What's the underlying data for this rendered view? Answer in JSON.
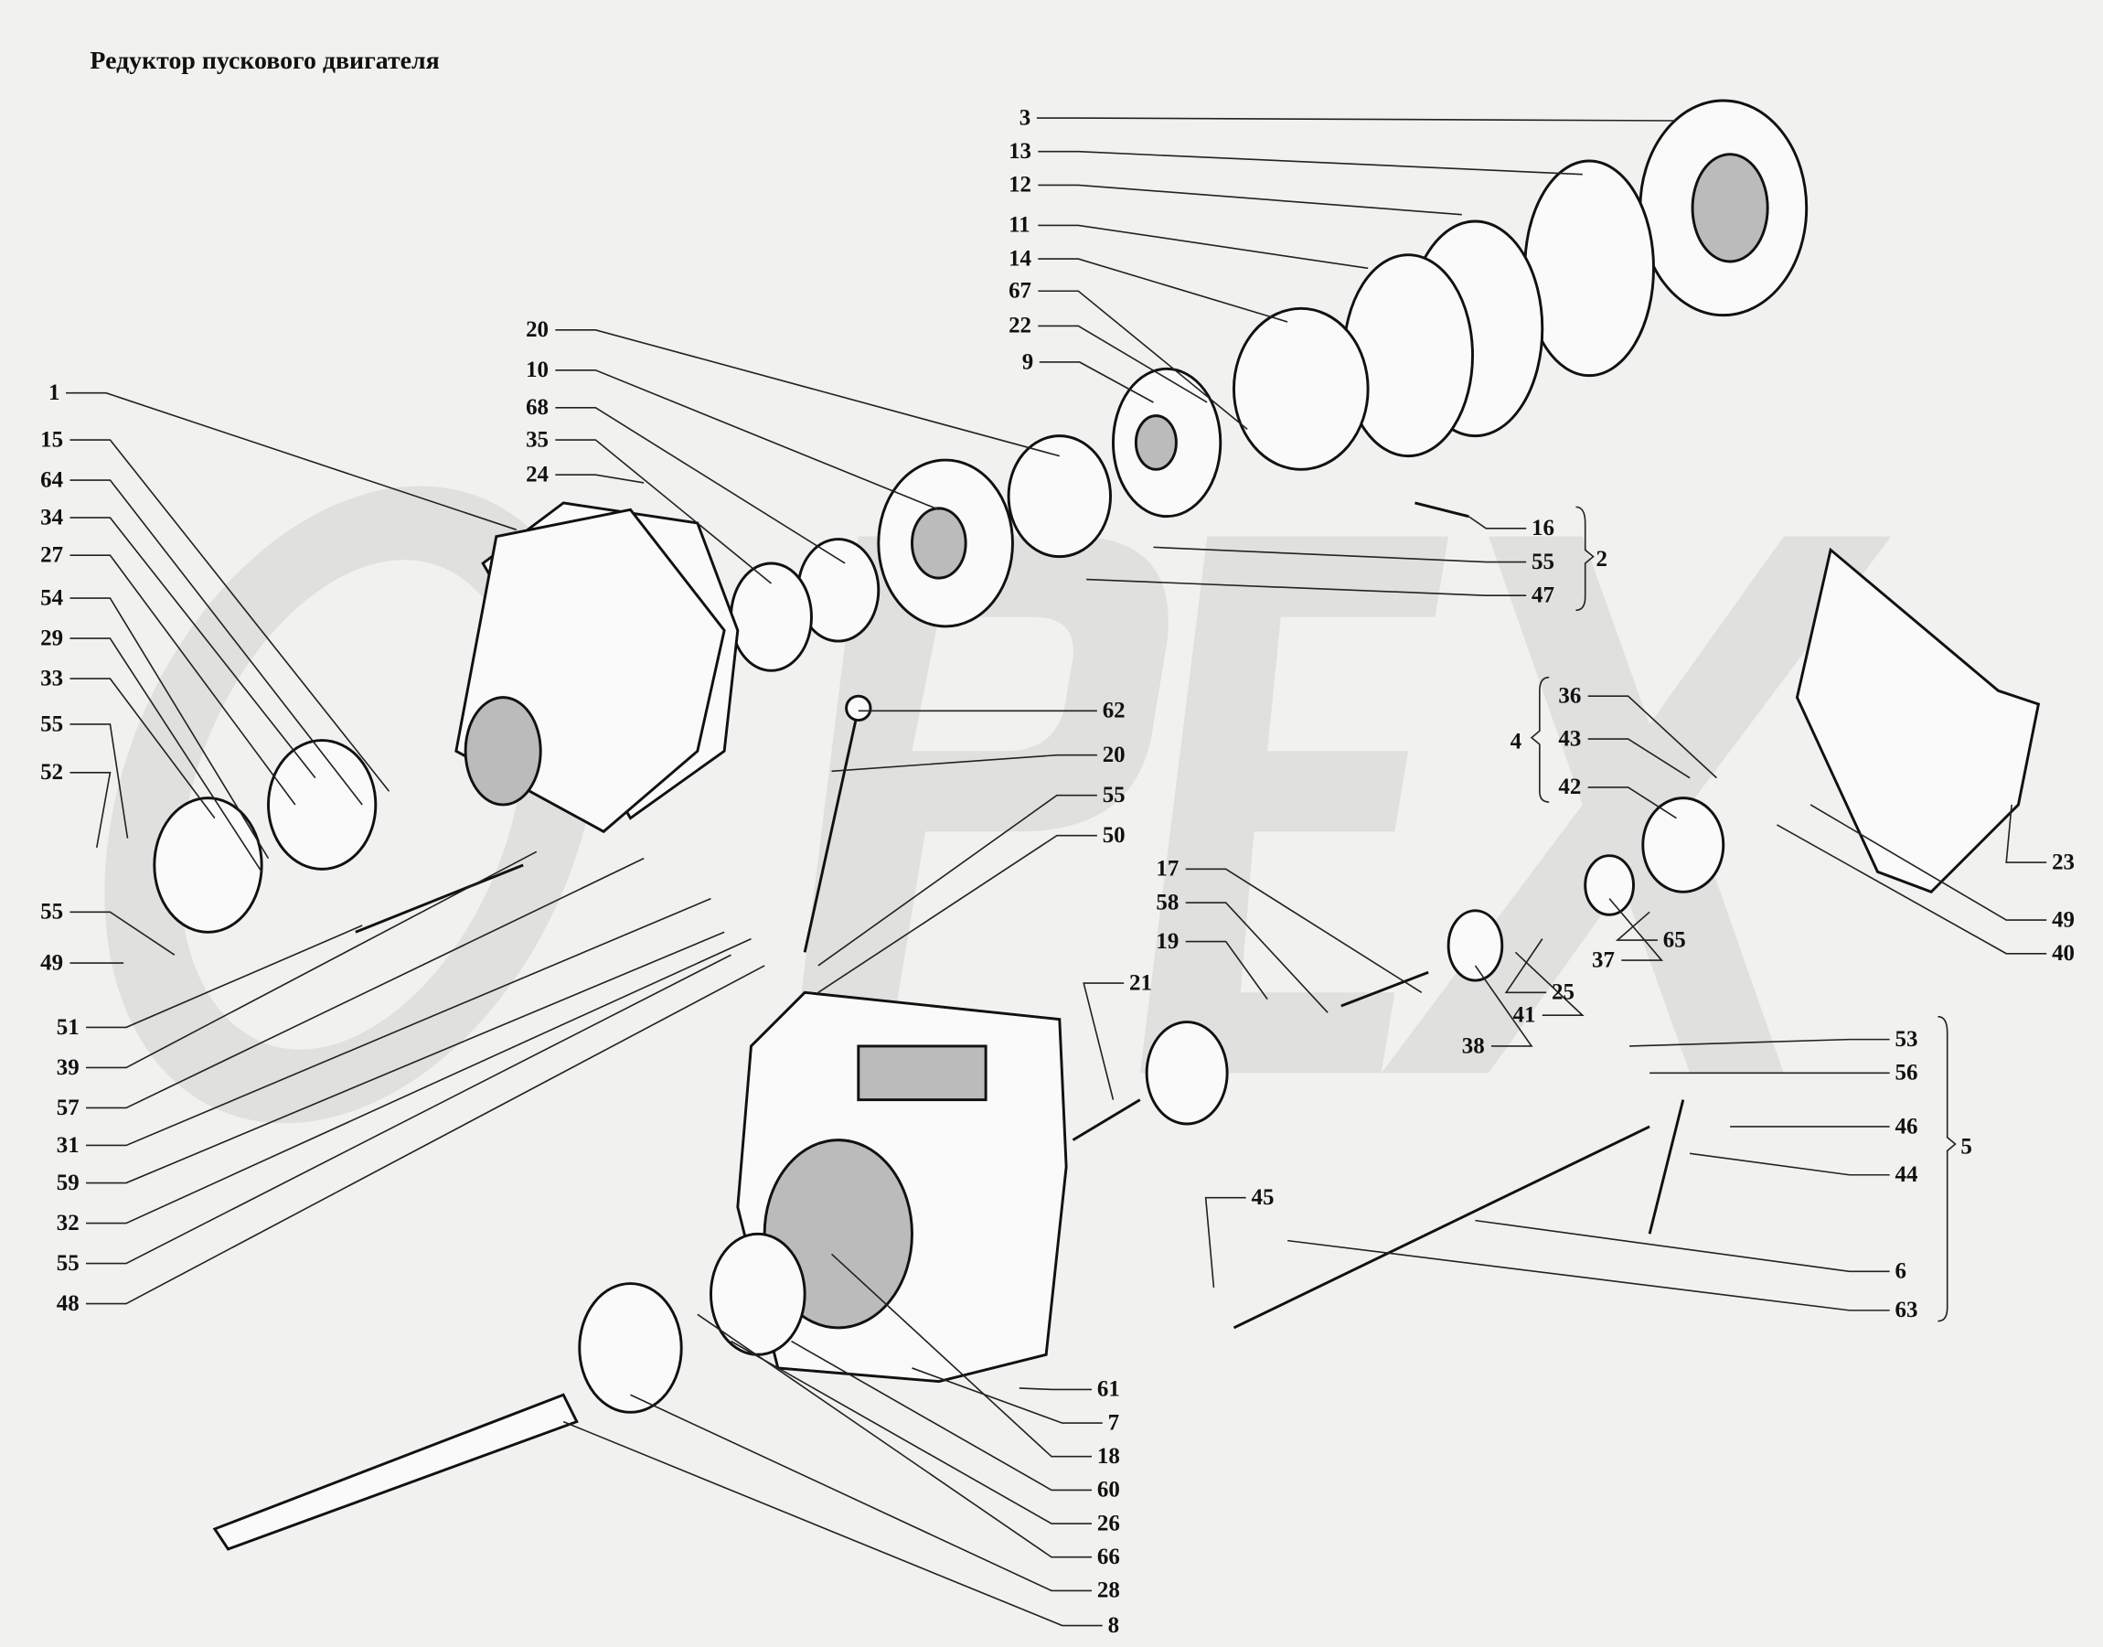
{
  "title": "Редуктор пускового двигателя",
  "watermark": "OPEX",
  "callouts": [
    "1",
    "15",
    "64",
    "34",
    "27",
    "54",
    "29",
    "33",
    "55",
    "52",
    "55",
    "49",
    "51",
    "39",
    "57",
    "31",
    "59",
    "32",
    "55",
    "48",
    "20",
    "10",
    "68",
    "35",
    "24",
    "3",
    "13",
    "12",
    "11",
    "14",
    "67",
    "22",
    "9",
    "16",
    "55",
    "47",
    "62",
    "20",
    "55",
    "50",
    "17",
    "58",
    "19",
    "21",
    "36",
    "43",
    "42",
    "23",
    "49",
    "40",
    "65",
    "37",
    "25",
    "41",
    "38",
    "53",
    "56",
    "46",
    "44",
    "6",
    "63",
    "45",
    "61",
    "7",
    "18",
    "60",
    "26",
    "66",
    "28",
    "8"
  ],
  "groups": [
    "2",
    "4",
    "5"
  ]
}
